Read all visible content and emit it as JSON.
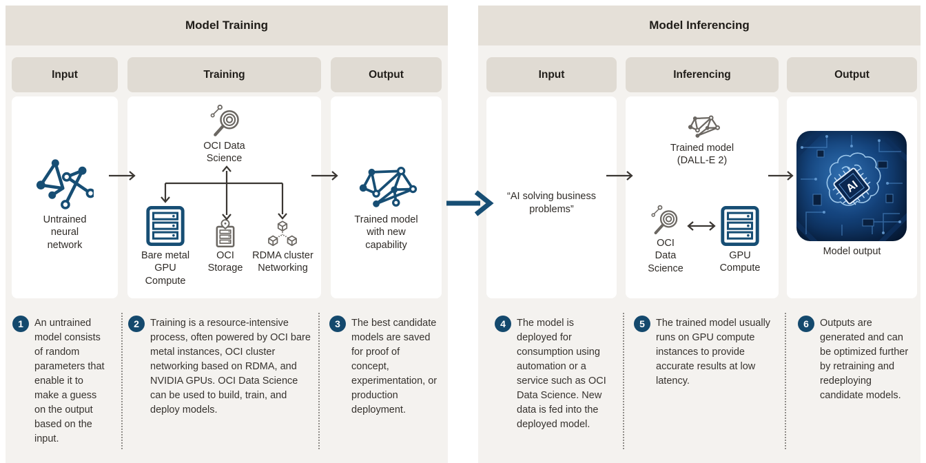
{
  "sections": {
    "training": {
      "title": "Model Training",
      "columns": {
        "input": "Input",
        "training": "Training",
        "output": "Output"
      },
      "items": {
        "untrained": "Untrained neural network",
        "oci_ds": "OCI Data Science",
        "bare_metal": "Bare metal GPU Compute",
        "oci_storage": "OCI Storage",
        "rdma": "RDMA cluster Networking",
        "trained": "Trained model with new capability"
      },
      "notes": [
        {
          "num": "1",
          "text": "An untrained model consists of random parameters that enable it to make a guess on the output based on the input."
        },
        {
          "num": "2",
          "text": "Training is a resource-intensive process, often powered by OCI bare metal instances, OCI cluster networking based on RDMA, and NVIDIA GPUs. OCI Data Science can be used to build, train, and deploy models."
        },
        {
          "num": "3",
          "text": "The best candidate models are saved for proof of concept, experimentation, or production deployment."
        }
      ]
    },
    "inferencing": {
      "title": "Model Inferencing",
      "columns": {
        "input": "Input",
        "inferencing": "Inferencing",
        "output": "Output"
      },
      "items": {
        "prompt": "“AI solving business problems”",
        "trained_model": "Trained model (DALL-E 2)",
        "oci_ds": "OCI Data Science",
        "gpu": "GPU Compute",
        "output": "Model output",
        "chip_text": "AI"
      },
      "notes": [
        {
          "num": "4",
          "text": "The model is deployed for consumption using automation or a service such as OCI Data Science. New data is fed into the deployed model."
        },
        {
          "num": "5",
          "text": "The trained model usually runs on GPU compute instances to provide accurate results at low latency."
        },
        {
          "num": "6",
          "text": "Outputs are generated and can be optimized further by retraining and redeploying candidate models."
        }
      ]
    }
  },
  "colors": {
    "navy": "#174e74",
    "beige": "#e5e0d8",
    "panel": "#f4f2ef",
    "icon_gray": "#6b6762",
    "arrow": "#3a3632"
  }
}
